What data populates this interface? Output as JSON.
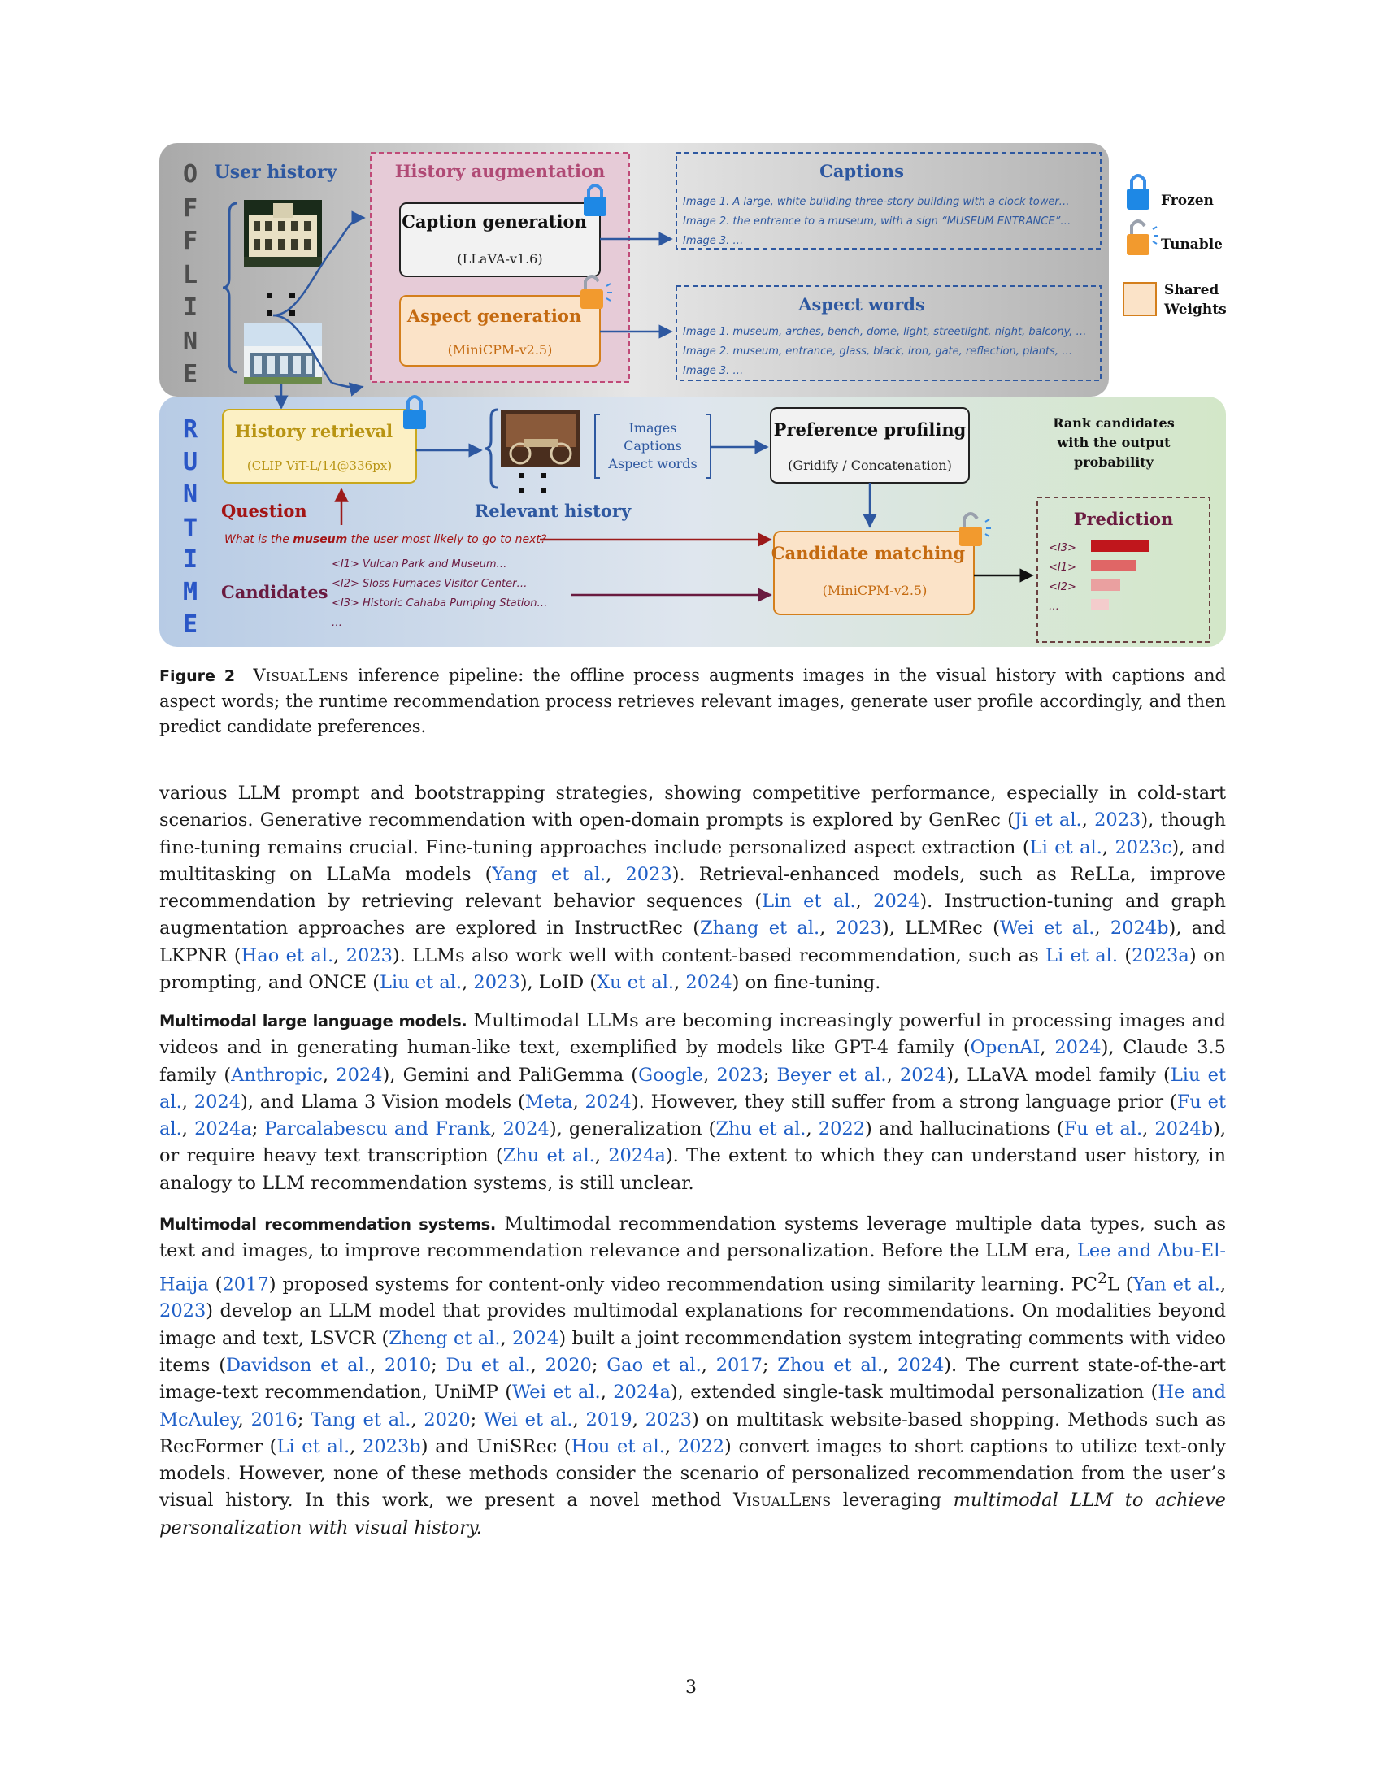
{
  "figure": {
    "offline_letters": [
      "O",
      "F",
      "F",
      "L",
      "I",
      "N",
      "E"
    ],
    "runtime_letters": [
      "R",
      "U",
      "N",
      "T",
      "I",
      "M",
      "E"
    ],
    "user_history": "User history",
    "history_augmentation": "History augmentation",
    "caption_generation": "Caption generation",
    "caption_model": "(LLaVA-v1.6)",
    "aspect_generation": "Aspect generation",
    "aspect_model": "(MiniCPM-v2.5)",
    "captions_title": "Captions",
    "captions_lines": [
      "Image 1. A large, white building three-story building with a clock tower…",
      "Image 2. the entrance to a museum, with a sign “MUSEUM ENTRANCE”…",
      "Image 3. …"
    ],
    "aspect_words_title": "Aspect words",
    "aspect_lines": [
      "Image 1. museum, arches, bench, dome, light, streetlight, night, balcony, …",
      "Image 2. museum, entrance, glass, black, iron, gate, reflection, plants, …",
      "Image 3. …"
    ],
    "legend": {
      "frozen": "Frozen",
      "tunable": "Tunable",
      "shared_1": "Shared",
      "shared_2": "Weights"
    },
    "history_retrieval": "History retrieval",
    "retrieval_model": "(CLIP ViT-L/14@336px)",
    "relevant_history": "Relevant history",
    "relevant_items": [
      "Images",
      "Captions",
      "Aspect words"
    ],
    "preference_profiling": "Preference profiling",
    "profiling_method": "(Gridify / Concatenation)",
    "rank_note": [
      "Rank candidates",
      "with the output",
      "probability"
    ],
    "question_label": "Question",
    "question_pre": "What is the ",
    "question_bold": "museum",
    "question_post": " the user most likely to go to next?",
    "candidates_label": "Candidates",
    "candidate_lines": [
      "<I1> Vulcan Park and Museum…",
      "<I2> Sloss Furnaces Visitor Center…",
      "<I3> Historic Cahaba Pumping Station…",
      "…"
    ],
    "candidate_matching": "Candidate matching",
    "matching_model": "(MiniCPM-v2.5)",
    "prediction_title": "Prediction",
    "prediction_items": [
      {
        "label": "<I3>",
        "level": 1.0,
        "color": "#c0161c"
      },
      {
        "label": "<I1>",
        "level": 0.78,
        "color": "#e06666"
      },
      {
        "label": "<I2>",
        "level": 0.5,
        "color": "#eaa0a0"
      },
      {
        "label": "…",
        "level": 0.3,
        "color": "#f4cccc"
      }
    ],
    "colors": {
      "offline_bg": "#b0b0b0",
      "runtime_bg_left": "#b9cde6",
      "runtime_bg_right": "#d6e8cc",
      "blue_text": "#2e58a0",
      "pink_text": "#b04a75",
      "orange_text": "#c46a10",
      "gold_text": "#b89413",
      "red_text": "#a31515",
      "maroon_text": "#6a1b40",
      "shared_fill": "#fbe3c8"
    }
  },
  "caption": {
    "label": "Figure 2",
    "name": "VisualLens",
    "text": " inference pipeline: the offline process augments images in the visual history with captions and aspect words; the runtime recommendation process retrieves relevant images, generate user profile accordingly, and then predict candidate preferences."
  },
  "page_number": "3"
}
